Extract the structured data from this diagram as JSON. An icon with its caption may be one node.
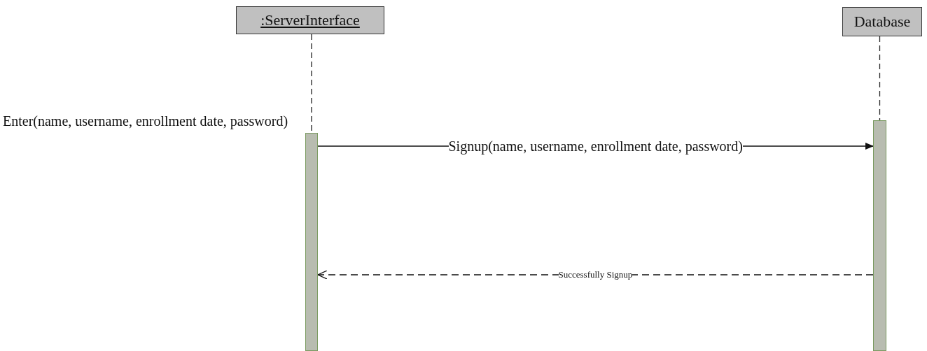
{
  "diagram": {
    "nodes": [
      {
        "text": [
          ":ServerInterface"
        ]
      },
      {
        "text": [
          "Database"
        ]
      },
      {
        "text": [],
        "shape": "bar"
      },
      {
        "text": [],
        "shape": "bar"
      }
    ],
    "edges": [
      {
        "from": 0,
        "to": 2,
        "arrow": "none",
        "style": "dashed"
      },
      {
        "from": 1,
        "to": 3,
        "arrow": "none",
        "style": "dashed"
      },
      {
        "from": 2,
        "to": 3,
        "arrow": "to",
        "label": "Signup(name, username, enrollment date, password)"
      },
      {
        "from": 3,
        "to": 2,
        "arrow": "to",
        "style": "dashed",
        "label": "Successfully Signup"
      }
    ],
    "labels": [
      "Enter(name, username, enrollment date, password)"
    ]
  }
}
